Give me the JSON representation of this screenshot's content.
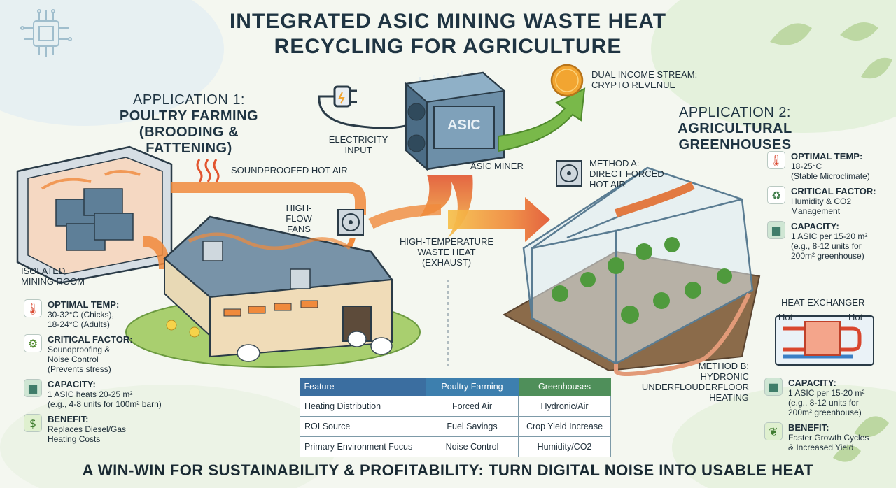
{
  "title": {
    "line1": "INTEGRATED ASIC MINING WASTE HEAT",
    "line2": "RECYCLING FOR AGRICULTURE"
  },
  "app1": {
    "heading": "APPLICATION 1:",
    "name_line1": "POULTRY FARMING",
    "name_line2": "(BROODING & FATTENING)"
  },
  "app2": {
    "heading": "APPLICATION 2:",
    "name": "AGRICULTURAL GREENHOUSES"
  },
  "center": {
    "electricity_line1": "ELECTRICITY",
    "electricity_line2": "INPUT",
    "asic_chip": "ASIC",
    "asic_miner": "ASIC MINER",
    "income_line1": "DUAL INCOME STREAM:",
    "income_line2": "CRYPTO REVENUE",
    "waste_line1": "HIGH-TEMPERATURE",
    "waste_line2": "WASTE HEAT",
    "waste_line3": "(EXHAUST)"
  },
  "poultry_diagram": {
    "soundproofed": "SOUNDPROOFED HOT AIR",
    "fans_line1": "HIGH-FLOW",
    "fans_line2": "FANS",
    "room_line1": "ISOLATED",
    "room_line2": "MINING ROOM"
  },
  "greenhouse_diagram": {
    "method_a_line1": "METHOD A:",
    "method_a_line2": "DIRECT FORCED",
    "method_a_line3": "HOT AIR",
    "method_b_line1": "METHOD B:",
    "method_b_line2": "HYDRONIC",
    "method_b_line3": "UNDERFLOUDERFLOOR",
    "method_b_line4": "HEATING",
    "heat_exchanger": "HEAT EXCHANGER",
    "hot_left": "Hot",
    "hot_right": "Hot"
  },
  "poultry_info": [
    {
      "icon": "thermometer-icon",
      "title": "OPTIMAL TEMP:",
      "lines": [
        "30-32°C (Chicks),",
        "18-24°C (Adults)"
      ]
    },
    {
      "icon": "factor-icon",
      "title": "CRITICAL FACTOR:",
      "lines": [
        "Soundproofing &",
        "Noise Control",
        "(Prevents stress)"
      ]
    },
    {
      "icon": "cube-icon",
      "title": "CAPACITY:",
      "lines": [
        "1 ASIC heats 20-25 m²",
        "(e.g., 4-8 units for 100m² barn)"
      ]
    },
    {
      "icon": "money-hand-icon",
      "title": "BENEFIT:",
      "lines": [
        "Replaces Diesel/Gas",
        "Heating Costs"
      ]
    }
  ],
  "greenhouse_info": [
    {
      "icon": "thermometer-icon",
      "title": "OPTIMAL TEMP:",
      "lines": [
        "18-25°C",
        "(Stable Microclimate)"
      ]
    },
    {
      "icon": "recycle-icon",
      "title": "CRITICAL FACTOR:",
      "lines": [
        "Humidity & CO2",
        "Management"
      ]
    },
    {
      "icon": "cube-icon",
      "title": "CAPACITY:",
      "lines": [
        "1 ASIC per 15-20 m²",
        "(e.g., 8-12 units for",
        "200m² greenhouse)"
      ]
    }
  ],
  "greenhouse_info_lower": [
    {
      "icon": "cube-icon",
      "title": "CAPACITY:",
      "lines": [
        "1 ASIC per 15-20 m²",
        "(e.g., 8-12 units for",
        "200m² greenhouse)"
      ]
    },
    {
      "icon": "sprout-hand-icon",
      "title": "BENEFIT:",
      "lines": [
        "Faster Growth Cycles",
        "& Increased Yield"
      ]
    }
  ],
  "table": {
    "headers": [
      "Feature",
      "Poultry Farming",
      "Greenhouses"
    ],
    "rows": [
      [
        "Heating Distribution",
        "Forced Air",
        "Hydronic/Air"
      ],
      [
        "ROI Source",
        "Fuel Savings",
        "Crop Yield Increase"
      ],
      [
        "Primary Environment Focus",
        "Noise Control",
        "Humidity/CO2"
      ]
    ],
    "header_colors": [
      "#3b6ea0",
      "#3d7fae",
      "#4f8f5a"
    ]
  },
  "footer": "A WIN-WIN FOR SUSTAINABILITY & PROFITABILITY: TURN DIGITAL NOISE INTO USABLE HEAT",
  "colors": {
    "heat_orange": "#f08a3c",
    "heat_red": "#e2552f",
    "green_arrow": "#79b94a",
    "bitcoin": "#f2a531",
    "asic_blue": "#5c7f9c"
  }
}
